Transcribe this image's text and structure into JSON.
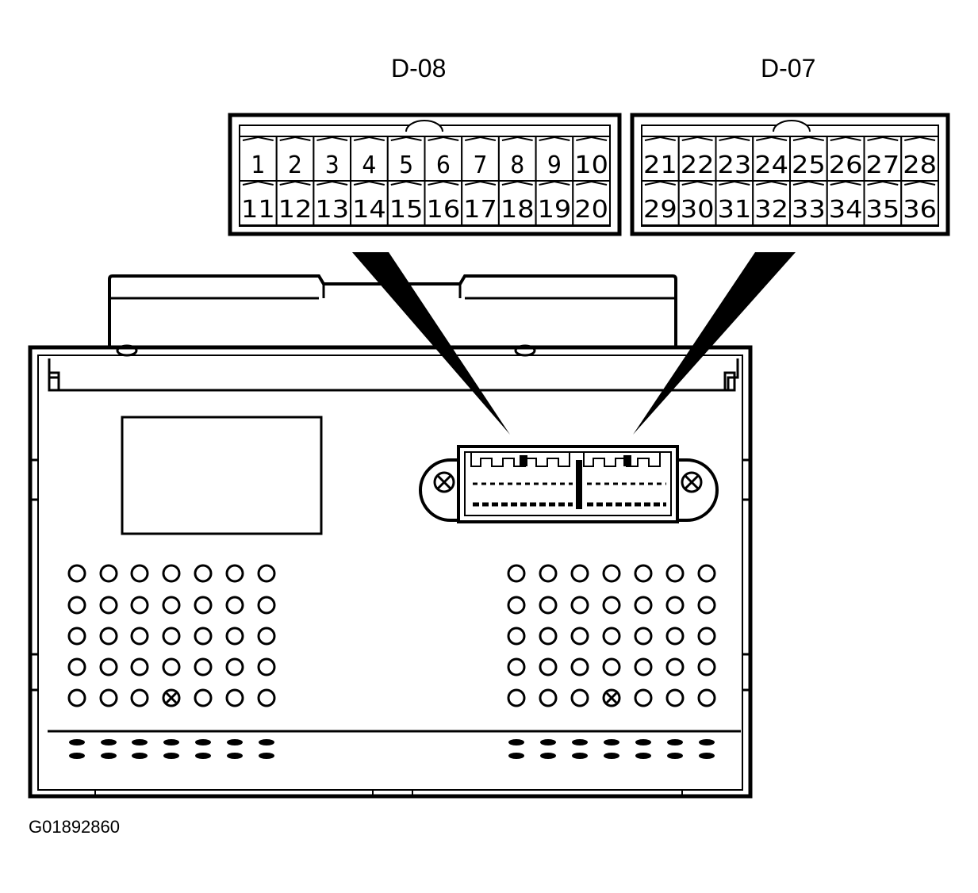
{
  "connectors": [
    {
      "label": "D-08",
      "rows": [
        [
          "1",
          "2",
          "3",
          "4",
          "5",
          "6",
          "7",
          "8",
          "9",
          "10"
        ],
        [
          "11",
          "12",
          "13",
          "14",
          "15",
          "16",
          "17",
          "18",
          "19",
          "20"
        ]
      ]
    },
    {
      "label": "D-07",
      "rows": [
        [
          "21",
          "22",
          "23",
          "24",
          "25",
          "26",
          "27",
          "28"
        ],
        [
          "29",
          "30",
          "31",
          "32",
          "33",
          "34",
          "35",
          "36"
        ]
      ]
    }
  ],
  "figure_id": "G01892860",
  "colors": {
    "ink": "#000000",
    "paper": "#ffffff"
  }
}
